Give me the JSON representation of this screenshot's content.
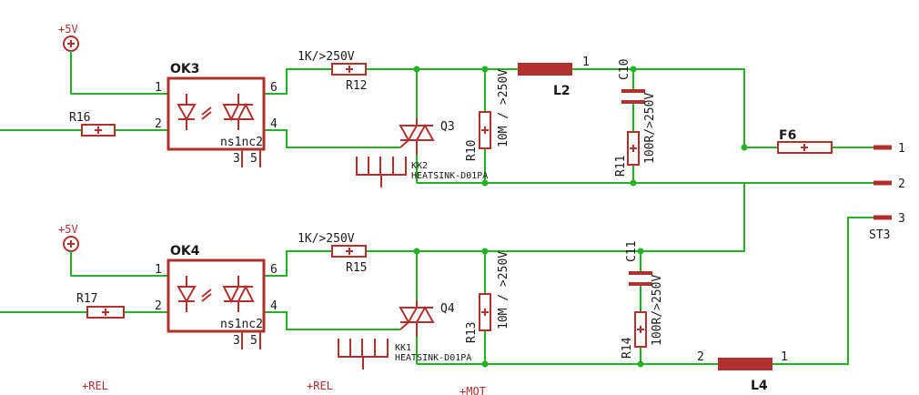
{
  "channel_top": {
    "supply": "+5V",
    "optocoupler": "OK3",
    "opto_part": "ns1nc2",
    "pin1": "1",
    "pin2": "2",
    "pin3": "3",
    "pin4": "4",
    "pin5": "5",
    "pin6": "6",
    "r_input": "R16",
    "r_series_value": "1K/>250V",
    "r_series": "R12",
    "triac": "Q3",
    "r_shunt": "R10",
    "r_shunt_value": "10M / >250V",
    "heatsink": "KK2",
    "heatsink_part": "HEATSINK-D01PA",
    "inductor": "L2",
    "inductor_pin": "1",
    "capacitor": "C10",
    "r_snubber": "R11",
    "r_snubber_value": "100R/>250V"
  },
  "channel_bottom": {
    "supply": "+5V",
    "optocoupler": "OK4",
    "opto_part": "ns1nc2",
    "pin1": "1",
    "pin2": "2",
    "pin3": "3",
    "pin4": "4",
    "pin5": "5",
    "pin6": "6",
    "r_input": "R17",
    "r_series_value": "1K/>250V",
    "r_series": "R15",
    "triac": "Q4",
    "r_shunt": "R13",
    "r_shunt_value": "10M / >250V",
    "heatsink": "KK1",
    "heatsink_part": "HEATSINK-D01PA",
    "capacitor": "C11",
    "r_snubber": "R14",
    "r_snubber_value": "100R/>250V"
  },
  "fuse": "F6",
  "connector": {
    "name": "ST3",
    "pins": [
      "1",
      "2",
      "3"
    ]
  },
  "inductor_l4": {
    "name": "L4",
    "pin2": "2",
    "pin1": "1"
  },
  "bottom_labels": {
    "rel1": "+REL",
    "rel2": "+REL",
    "mot": "+MOT"
  }
}
